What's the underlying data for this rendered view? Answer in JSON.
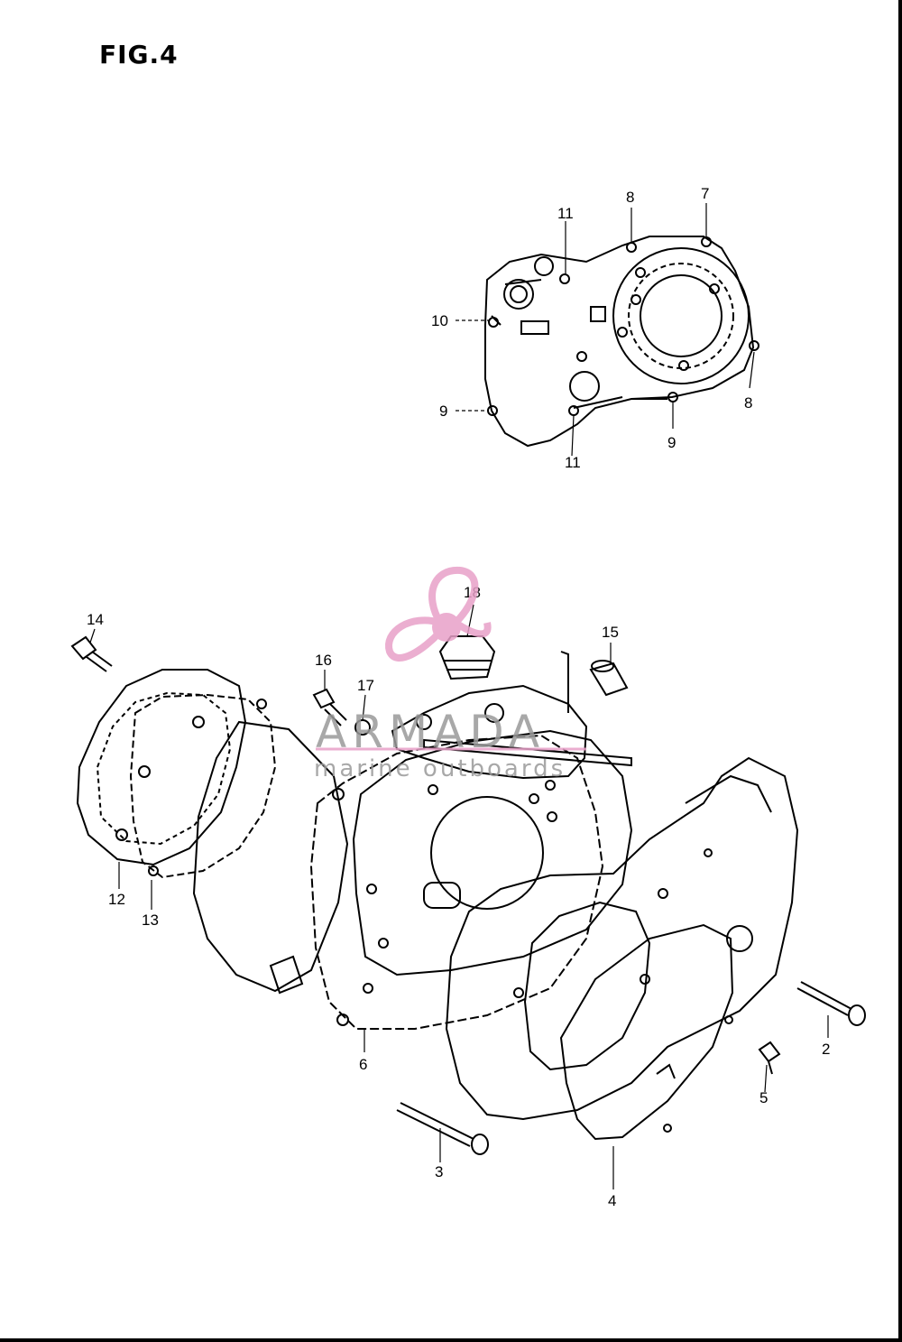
{
  "figure": {
    "title": "FIG.4"
  },
  "callouts": [
    {
      "id": "c1",
      "label": "11"
    },
    {
      "id": "c2",
      "label": "8"
    },
    {
      "id": "c3",
      "label": "7"
    },
    {
      "id": "c4",
      "label": "10"
    },
    {
      "id": "c5",
      "label": "8"
    },
    {
      "id": "c6",
      "label": "9"
    },
    {
      "id": "c7",
      "label": "9"
    },
    {
      "id": "c8",
      "label": "11"
    },
    {
      "id": "c9",
      "label": "18"
    },
    {
      "id": "c10",
      "label": "14"
    },
    {
      "id": "c11",
      "label": "15"
    },
    {
      "id": "c12",
      "label": "16"
    },
    {
      "id": "c13",
      "label": "17"
    },
    {
      "id": "c14",
      "label": "12"
    },
    {
      "id": "c15",
      "label": "13"
    },
    {
      "id": "c16",
      "label": "6"
    },
    {
      "id": "c17",
      "label": "2"
    },
    {
      "id": "c18",
      "label": "5"
    },
    {
      "id": "c19",
      "label": "3"
    },
    {
      "id": "c20",
      "label": "4"
    }
  ],
  "watermark": {
    "title": "ARMADA",
    "subtitle": "marine outboards",
    "color": "#e8a0c8"
  },
  "colors": {
    "ink": "#000000",
    "paper": "#ffffff"
  }
}
